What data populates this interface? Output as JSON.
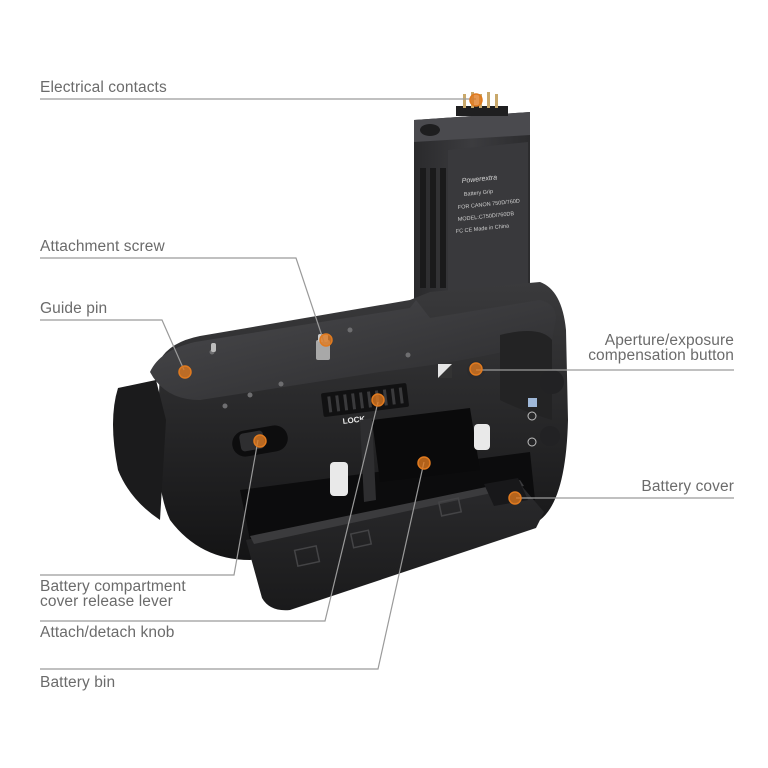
{
  "diagram": {
    "subject": "Battery grip for Canon 750D/760D",
    "accent_color": "#e07a1f",
    "line_color": "#9a9a9a",
    "text_color": "#6b6b6b",
    "labels": [
      {
        "id": "electrical-contacts",
        "text": "Electrical contacts"
      },
      {
        "id": "attachment-screw",
        "text": "Attachment screw"
      },
      {
        "id": "guide-pin",
        "text": "Guide pin"
      },
      {
        "id": "aperture-line1",
        "text": "Aperture/exposure"
      },
      {
        "id": "aperture-line2",
        "text": "compensation button"
      },
      {
        "id": "battery-cover",
        "text": "Battery cover"
      },
      {
        "id": "release-lever-line1",
        "text": "Battery compartment"
      },
      {
        "id": "release-lever-line2",
        "text": "cover release lever"
      },
      {
        "id": "attach-knob",
        "text": "Attach/detach knob"
      },
      {
        "id": "battery-bin",
        "text": "Battery bin"
      }
    ],
    "product_markings": {
      "brand": "Powerextra",
      "line1": "Battery Grip",
      "line2": "FOR CANON 750D/760D",
      "line3": "MODEL:C750D/760DB",
      "line4": "FC CE Made in China",
      "lock_text": "LOCK"
    }
  }
}
